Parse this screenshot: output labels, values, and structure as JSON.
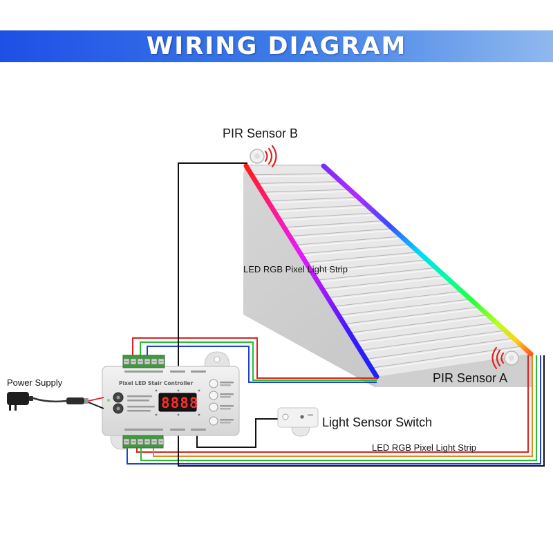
{
  "title": "WIRING DIAGRAM",
  "labels": {
    "pir_sensor_b": "PIR Sensor B",
    "pir_sensor_a": "PIR Sensor A",
    "led_strip_upper": "LED RGB Pixel Light Strip",
    "led_strip_lower": "LED RGB Pixel Light Strip",
    "light_sensor_switch": "Light Sensor Switch",
    "power_supply": "Power Supply"
  },
  "controller": {
    "title": "Pixel LED Stair Controller",
    "display": "8888"
  },
  "colors": {
    "banner_start": "#1f4fe6",
    "banner_end": "#8fb8ee",
    "wire_red": "#e02020",
    "wire_green": "#22c033",
    "wire_blue": "#1f3fd8",
    "wire_black": "#111111",
    "wire_orange": "#e08a1a",
    "terminal_green": "#3d9b3d",
    "controller_body": "#e6e6e6",
    "display_digits": "#ff2b2b",
    "sensor_signal": "#dd2222"
  }
}
